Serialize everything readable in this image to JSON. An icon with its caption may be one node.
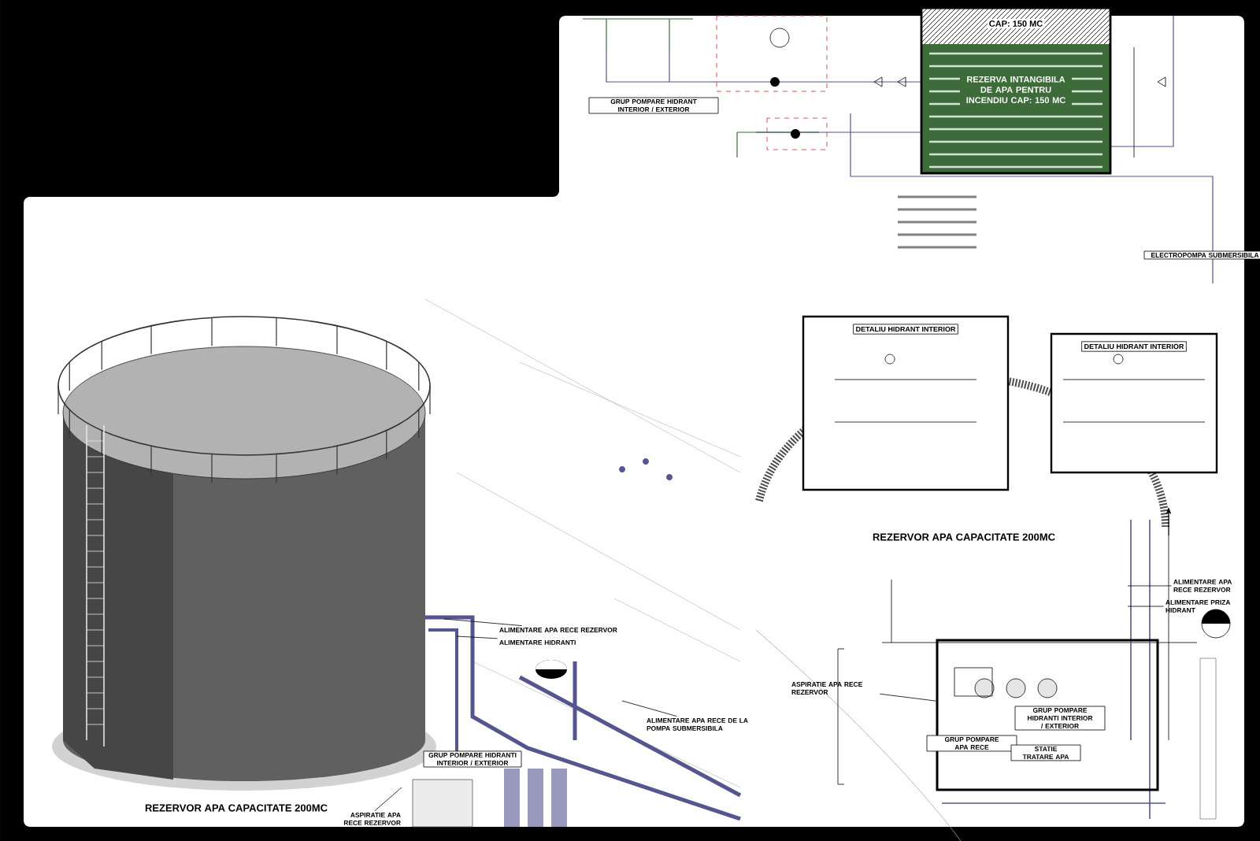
{
  "diagram": {
    "nodes": [
      {
        "text": [
          "CAP: 150 MC",
          "REZERVA INTANGIBILA DE APA PENTRU INCENDIU CAP: 150 MC"
        ]
      },
      {
        "text": [
          "GRUP POMPARE HIDRANT INTERIOR / EXTERIOR"
        ]
      },
      {
        "text": [
          "ELECTROPOMPA SUBMERSIBILA"
        ]
      },
      {
        "text": [
          "DETALIU HIDRANT INTERIOR"
        ]
      },
      {
        "text": [
          "DETALIU HIDRANT INTERIOR"
        ]
      },
      {
        "text": [],
        "shape": "box"
      },
      {
        "text": [
          "GRUP POMPARE HIDRANTI INTERIOR / EXTERIOR"
        ],
        "in": 5
      },
      {
        "text": [
          "GRUP POMPARE APA RECE"
        ],
        "in": 5
      },
      {
        "text": [
          "STATIE TRATARE APA"
        ],
        "in": 5
      },
      {
        "text": [
          "ALIMENTARE APA RECE REZERVOR"
        ]
      },
      {
        "text": [
          "ALIMENTARE HIDRANTI"
        ]
      },
      {
        "text": [
          "ALIMENTARE APA RECE DE LA POMPA SUBMERSIBILA"
        ]
      },
      {
        "text": [
          "GRUP POMPARE HIDRANTI INTERIOR / EXTERIOR"
        ]
      },
      {
        "text": [
          "ASPIRATIE APA RECE REZERVOR"
        ]
      },
      {
        "text": [
          "ALIMENTARE APA RECE REZERVOR"
        ]
      },
      {
        "text": [
          "ALIMENTARE PRIZA HIDRANT"
        ]
      },
      {
        "text": [
          "ASPIRATIE APA RECE REZERVOR"
        ]
      }
    ],
    "edges": [
      {
        "from": 9,
        "to": null,
        "arrow": "none"
      },
      {
        "from": 10,
        "to": null,
        "arrow": "none"
      },
      {
        "from": 11,
        "to": null,
        "arrow": "none"
      },
      {
        "from": 13,
        "to": null,
        "arrow": "none"
      },
      {
        "from": 14,
        "to": null,
        "arrow": "none"
      },
      {
        "from": 15,
        "to": null,
        "arrow": "none"
      },
      {
        "from": 16,
        "to": 5,
        "arrow": "none"
      }
    ],
    "labels": [
      "REZERVOR APA CAPACITATE 200MC",
      "REZERVOR APA CAPACITATE 200MC"
    ]
  }
}
